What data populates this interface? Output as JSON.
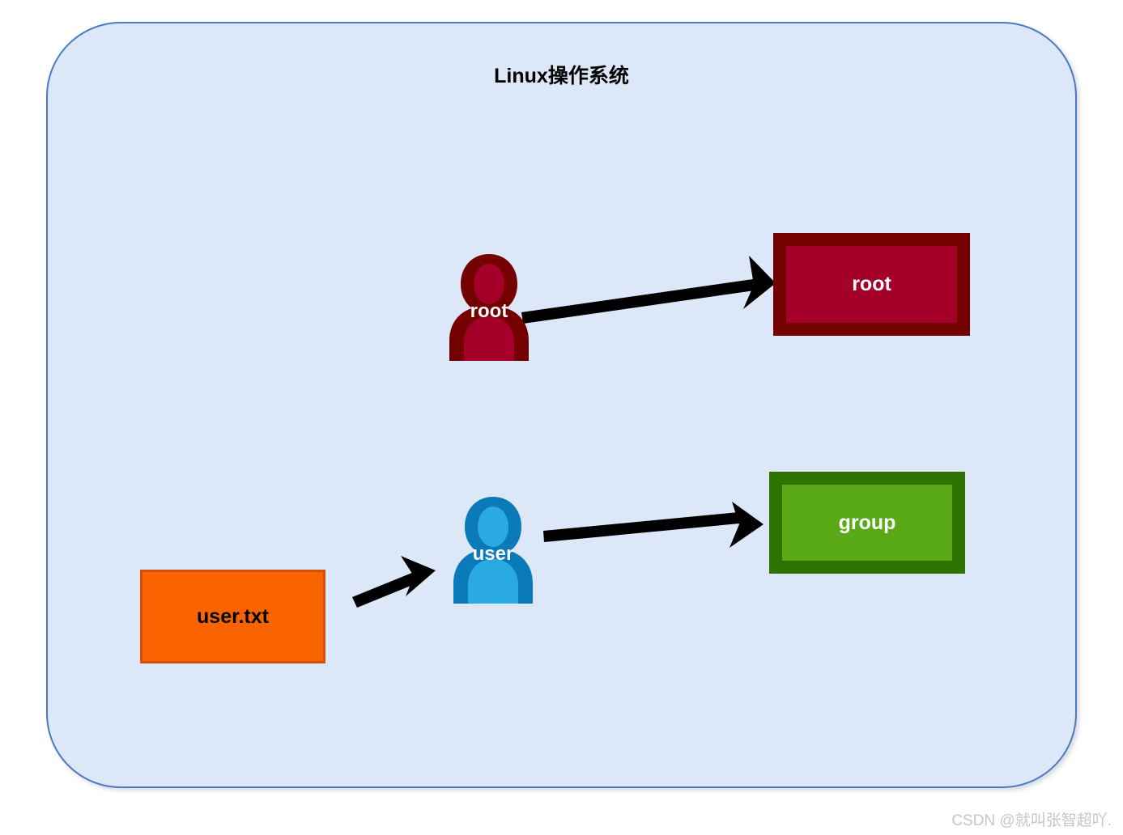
{
  "diagram": {
    "title": "Linux操作系统",
    "background_color": "#dce7f8",
    "border_color": "#4a7bc0",
    "nodes": [
      {
        "id": "person-root",
        "kind": "person-icon",
        "label": "root",
        "outline_color": "#740000",
        "fill_color": "#a50029",
        "label_color": "#ffffff"
      },
      {
        "id": "person-user",
        "kind": "person-icon",
        "label": "user",
        "outline_color": "#0b7ab8",
        "fill_color": "#29abe2",
        "label_color": "#ffffff"
      },
      {
        "id": "box-root",
        "kind": "rectangle",
        "label": "root",
        "fill_color": "#a50029",
        "border_color": "#740000",
        "label_color": "#ffffff"
      },
      {
        "id": "box-group",
        "kind": "rectangle",
        "label": "group",
        "fill_color": "#5aa916",
        "border_color": "#2e7300",
        "label_color": "#ffffff"
      },
      {
        "id": "box-file",
        "kind": "rectangle",
        "label": "user.txt",
        "fill_color": "#fa6400",
        "border_color": "#d2500c",
        "label_color": "#000000"
      }
    ],
    "arrows": [
      {
        "id": "arrow-root-to-rootbox",
        "from": "person-root",
        "to": "box-root",
        "color": "#000000"
      },
      {
        "id": "arrow-user-to-groupbox",
        "from": "person-user",
        "to": "box-group",
        "color": "#000000"
      },
      {
        "id": "arrow-file-to-user",
        "from": "box-file",
        "to": "person-user",
        "color": "#000000"
      }
    ]
  },
  "watermark": {
    "text": "CSDN @就叫张智超吖."
  }
}
